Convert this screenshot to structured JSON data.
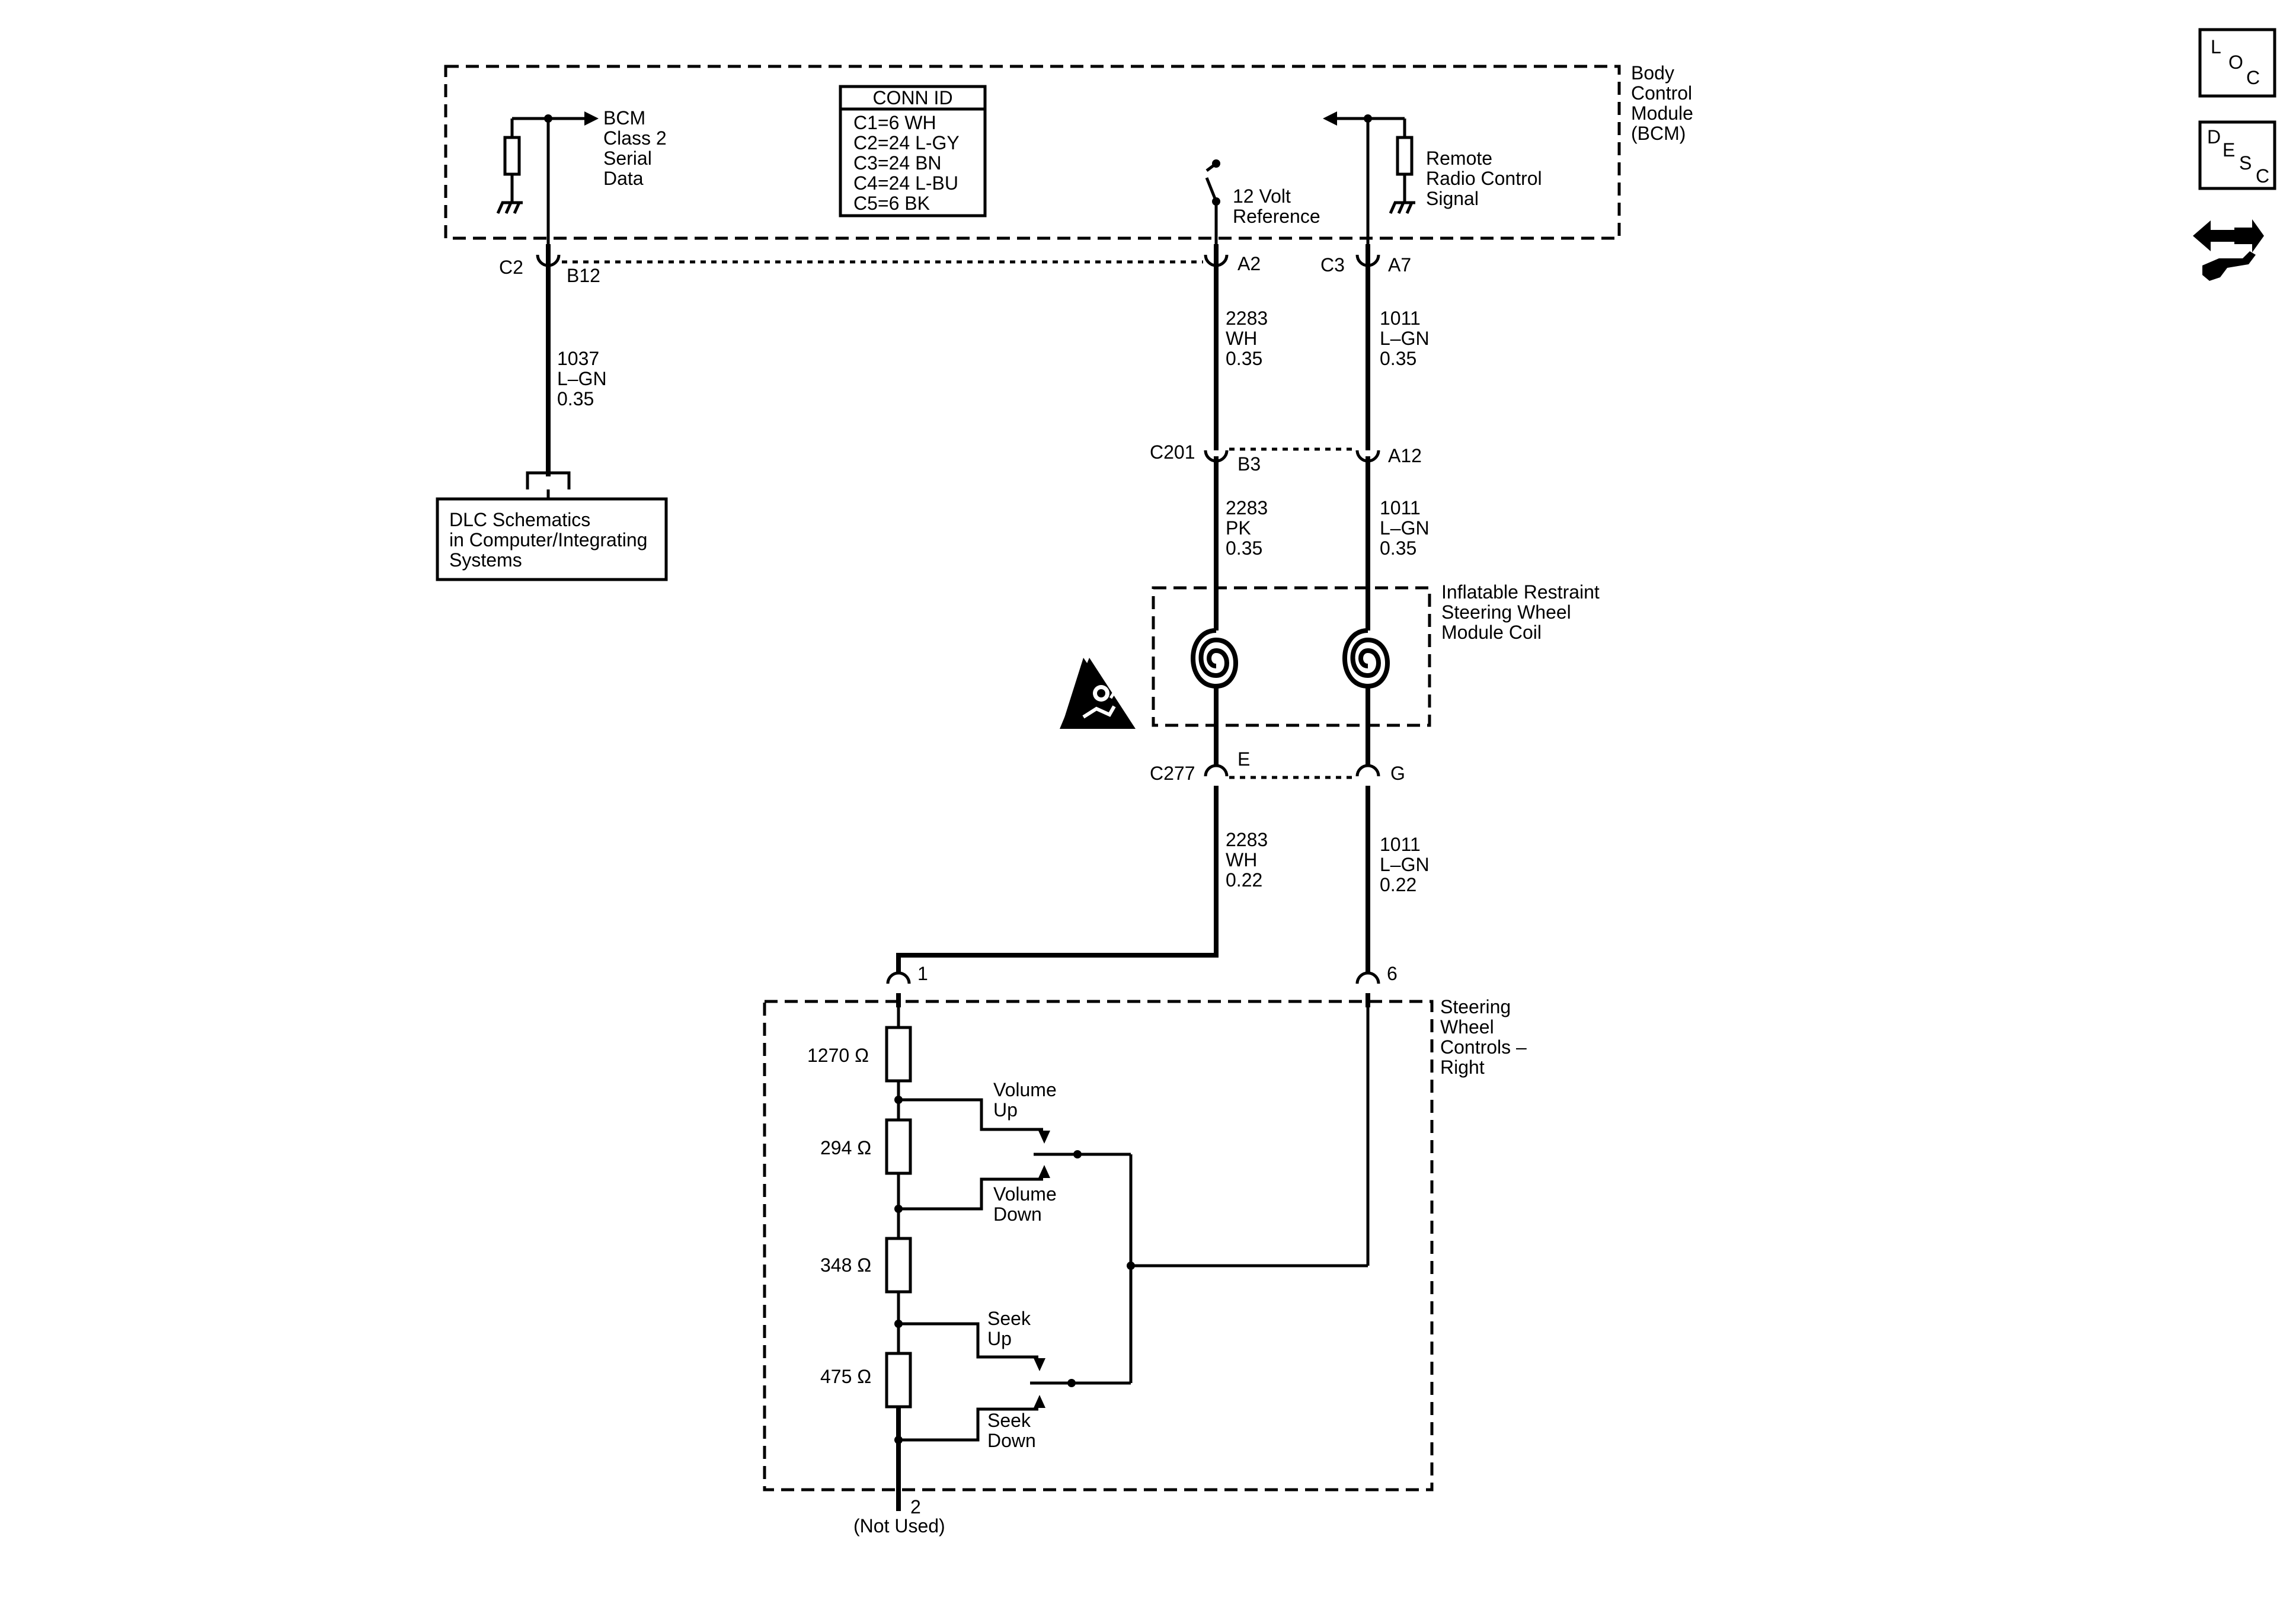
{
  "bcm": {
    "lines": [
      "Body",
      "Control",
      "Module",
      "(BCM)"
    ]
  },
  "class2": {
    "lines": [
      "BCM",
      "Class 2",
      "Serial",
      "Data"
    ]
  },
  "conn_id": {
    "title": "CONN ID",
    "rows": [
      "C1=6 WH",
      "C2=24 L-GY",
      "C3=24 BN",
      "C4=24 L-BU",
      "C5=6 BK"
    ]
  },
  "ref12v": {
    "lines": [
      "12 Volt",
      "Reference"
    ]
  },
  "remote": {
    "lines": [
      "Remote",
      "Radio Control",
      "Signal"
    ]
  },
  "conn_c2": {
    "name": "C2",
    "pin": "B12"
  },
  "conn_c3": {
    "name": "C3",
    "pin": "A7"
  },
  "pin_a2": "A2",
  "wire_1037": {
    "lines": [
      "1037",
      "L–GN",
      "0.35"
    ]
  },
  "wire_2283_a": {
    "lines": [
      "2283",
      "WH",
      "0.35"
    ]
  },
  "wire_1011_a": {
    "lines": [
      "1011",
      "L–GN",
      "0.35"
    ]
  },
  "dlc": {
    "lines": [
      "DLC Schematics",
      "in Computer/Integrating",
      "Systems"
    ]
  },
  "c201": {
    "name": "C201",
    "pin_left": "B3",
    "pin_right": "A12"
  },
  "wire_2283_b": {
    "lines": [
      "2283",
      "PK",
      "0.35"
    ]
  },
  "wire_1011_b": {
    "lines": [
      "1011",
      "L–GN",
      "0.35"
    ]
  },
  "coil": {
    "lines": [
      "Inflatable Restraint",
      "Steering Wheel",
      "Module Coil"
    ]
  },
  "c277": {
    "name": "C277",
    "pin_left": "E",
    "pin_right": "G"
  },
  "wire_2283_c": {
    "lines": [
      "2283",
      "WH",
      "0.22"
    ]
  },
  "wire_1011_c": {
    "lines": [
      "1011",
      "L–GN",
      "0.22"
    ]
  },
  "swc": {
    "lines": [
      "Steering",
      "Wheel",
      "Controls –",
      "Right"
    ]
  },
  "swc_pins": {
    "p1": "1",
    "p6": "6",
    "p2": "2",
    "not_used": "(Not Used)"
  },
  "resistors": [
    "1270",
    "294",
    "348",
    "475"
  ],
  "ohm_symbol": "Ω",
  "switches": {
    "vol_up": [
      "Volume",
      "Up"
    ],
    "vol_down": [
      "Volume",
      "Down"
    ],
    "seek_up": [
      "Seek",
      "Up"
    ],
    "seek_down": [
      "Seek",
      "Down"
    ]
  },
  "side_icons": {
    "loc": [
      "L",
      "O",
      "C"
    ],
    "desc": [
      "D",
      "E",
      "S",
      "C"
    ],
    "service_icon": "wrench-arrow-icon",
    "airbag_icon": "airbag-warning-icon"
  }
}
